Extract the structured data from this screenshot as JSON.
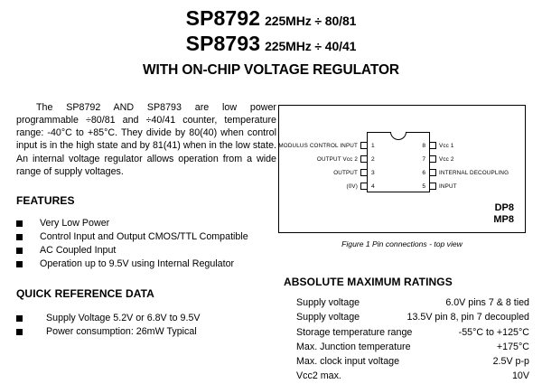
{
  "title": {
    "line1_part": "SP8792",
    "line1_spec": "225MHz ÷ 80/81",
    "line2_part": "SP8793",
    "line2_spec": "225MHz ÷ 40/41",
    "subtitle": "WITH ON-CHIP VOLTAGE REGULATOR"
  },
  "intro": {
    "text": "The SP8792 AND SP8793 are low power programmable ÷80/81 and  ÷40/41 counter, temperature range: -40°C to +85°C. They divide by 80(40) when control input is in the high state and by 81(41) when in the low state. An internal voltage regulator allows operation from a wide range of supply voltages."
  },
  "features": {
    "heading": "FEATURES",
    "items": [
      "Very Low Power",
      "Control Input and Output CMOS/TTL Compatible",
      "AC Coupled Input",
      "Operation up to 9.5V using Internal Regulator"
    ]
  },
  "quick_reference": {
    "heading": "QUICK REFERENCE DATA",
    "items": [
      "Supply Voltage 5.2V or 6.8V to 9.5V",
      "Power consumption:  26mW Typical"
    ]
  },
  "diagram": {
    "left_pins": [
      {
        "num": "1",
        "label": "MODULUS CONTROL INPUT"
      },
      {
        "num": "2",
        "label": "OUTPUT Vcc 2"
      },
      {
        "num": "3",
        "label": "OUTPUT"
      },
      {
        "num": "4",
        "label": "(0V)"
      }
    ],
    "right_pins": [
      {
        "num": "8",
        "label": "Vcc 1"
      },
      {
        "num": "7",
        "label": "Vcc 2"
      },
      {
        "num": "6",
        "label": "INTERNAL DECOUPLING"
      },
      {
        "num": "5",
        "label": "INPUT"
      }
    ],
    "package_labels": [
      "DP8",
      "MP8"
    ],
    "caption": "Figure 1 Pin connections - top view"
  },
  "ratings": {
    "heading": "ABSOLUTE MAXIMUM RATINGS",
    "rows": [
      {
        "label": "Supply voltage",
        "value": "6.0V pins 7 & 8 tied"
      },
      {
        "label": "Supply voltage",
        "value": "13.5V pin 8, pin 7 decoupled"
      },
      {
        "label": "Storage temperature range",
        "value": "-55°C to +125°C"
      },
      {
        "label": "Max. Junction temperature",
        "value": "+175°C"
      },
      {
        "label": "Max. clock input voltage",
        "value": "2.5V p-p"
      },
      {
        "label": "Vcc2 max.",
        "value": "10V"
      }
    ]
  }
}
